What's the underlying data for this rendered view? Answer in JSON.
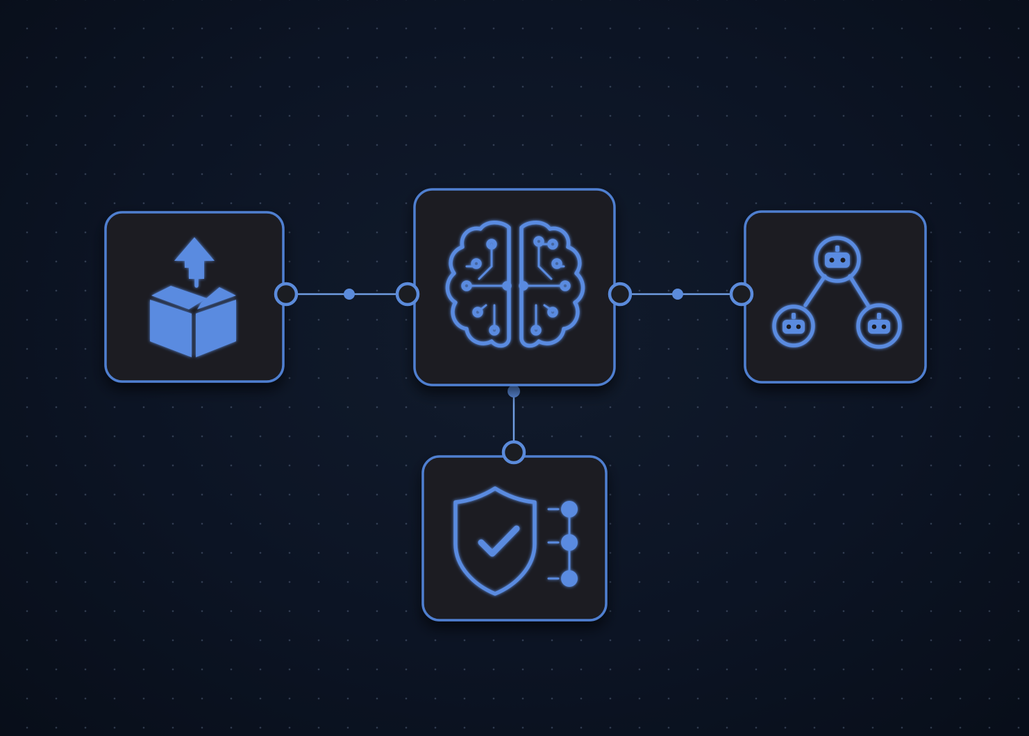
{
  "canvas": {
    "background": "#0b1220",
    "accent": "#5a8be0",
    "node_fill": "#1b1d22"
  },
  "nodes": [
    {
      "id": "upload",
      "icon": "box-upload-icon"
    },
    {
      "id": "ai-model",
      "icon": "circuit-brain-icon"
    },
    {
      "id": "agents",
      "icon": "robot-network-icon"
    },
    {
      "id": "security",
      "icon": "shield-check-icon"
    }
  ],
  "edges": [
    {
      "from": "upload",
      "to": "ai-model"
    },
    {
      "from": "ai-model",
      "to": "agents"
    },
    {
      "from": "ai-model",
      "to": "security"
    }
  ]
}
